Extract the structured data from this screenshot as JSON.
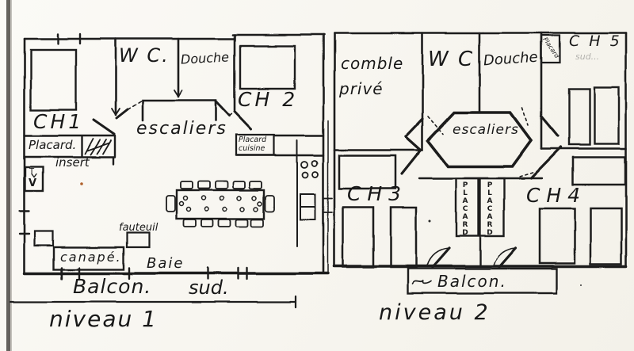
{
  "document_title": "hand-drawn two-level floor plan",
  "colors": {
    "ink": "#1b1b1b",
    "paper": "#f7f5ef",
    "speck_orange": "#b0612c"
  },
  "plan1": {
    "caption": "niveau 1",
    "rooms": {
      "wc": "W C.",
      "douche": "Douche",
      "ch1": "CH1",
      "ch2": "CH 2",
      "stairs": "escaliers"
    },
    "labels": {
      "placard": "Placard.",
      "insert": "insert",
      "tv_top": "T",
      "tv_bottom": "V",
      "placard_cuisine_line1": "Placard",
      "placard_cuisine_line2": "cuisine",
      "fauteuil": "fauteuil",
      "canape": "canapé.",
      "baie": "Baie",
      "balcon": "Balcon.",
      "sud": "sud."
    }
  },
  "plan2": {
    "caption": "niveau 2",
    "rooms": {
      "comble_line1": "comble",
      "comble_line2": "privé",
      "wc": "W C",
      "douche": "Douche",
      "ch3": "C H 3",
      "ch4": "C H 4",
      "ch5": "C H 5",
      "stairs": "escaliers"
    },
    "labels": {
      "placard_small": "Placard",
      "placard_closet_left": "PLACARD",
      "placard_closet_right": "PLACARD",
      "ch5_faint": "sud...",
      "balcon": "Balcon."
    }
  }
}
